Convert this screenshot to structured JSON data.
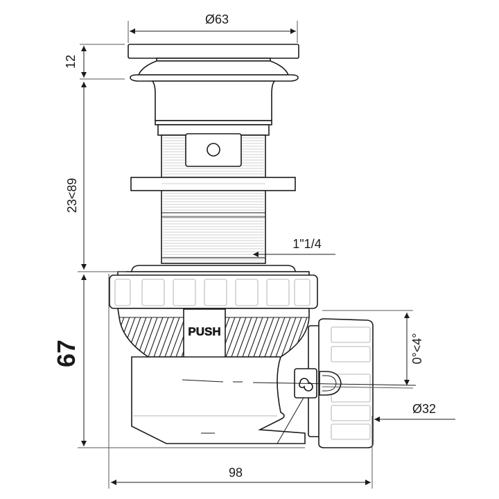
{
  "drawing": {
    "subject": "pop-up waste drain with siphon connector",
    "dimensions": {
      "top_diameter": "Ø63",
      "cap_height": "12",
      "thread_range": "23<89",
      "thread_size": "1\"1/4",
      "body_height": "67",
      "angle_range": "0°<4°",
      "outlet_diameter": "Ø32",
      "total_width": "98"
    },
    "labels": {
      "push_button": "PUSH"
    },
    "colors": {
      "line": "#1a1a1a",
      "background": "#ffffff",
      "thread_shading": "#cfcfcf"
    }
  }
}
